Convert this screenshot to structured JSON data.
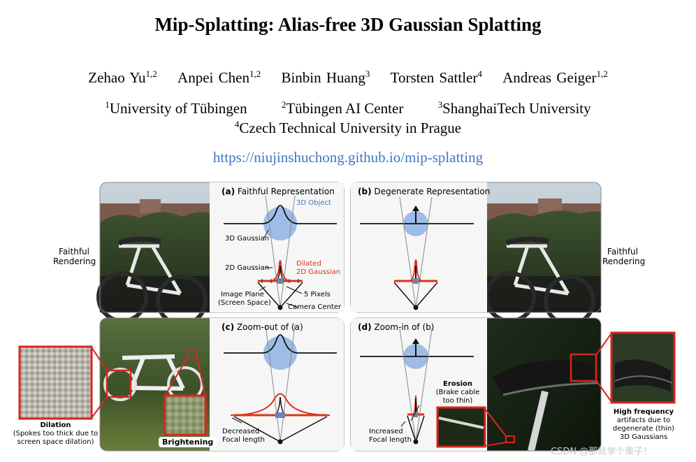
{
  "title": "Mip-Splatting: Alias-free 3D Gaussian Splatting",
  "authors": [
    {
      "name": "Zehao Yu",
      "sup": "1,2"
    },
    {
      "name": "Anpei Chen",
      "sup": "1,2"
    },
    {
      "name": "Binbin Huang",
      "sup": "3"
    },
    {
      "name": "Torsten Sattler",
      "sup": "4"
    },
    {
      "name": "Andreas Geiger",
      "sup": "1,2"
    }
  ],
  "affiliations": [
    {
      "sup": "1",
      "name": "University of Tübingen"
    },
    {
      "sup": "2",
      "name": "Tübingen AI Center"
    },
    {
      "sup": "3",
      "name": "ShanghaiTech University"
    },
    {
      "sup": "4",
      "name": "Czech Technical University in Prague"
    }
  ],
  "url": "https://niujinshuchong.github.io/mip-splatting",
  "figure": {
    "panel_a": {
      "tag": "(a)",
      "title": "Faithful Representation"
    },
    "panel_b": {
      "tag": "(b)",
      "title": "Degenerate Representation"
    },
    "panel_c": {
      "tag": "(c)",
      "title": "Zoom-out of (a)"
    },
    "panel_d": {
      "tag": "(d)",
      "title": "Zoom-in of (b)"
    },
    "labels": {
      "object_3d": "3D Object",
      "gaussian_3d": "3D Gaussian",
      "gaussian_2d": "2D Gaussian",
      "dilated": "Dilated",
      "dilated_2d": "2D Gaussian",
      "image_plane": "Image Plane",
      "screen_space": "(Screen Space)",
      "pixels": "5 Pixels",
      "camera_center": "Camera Center",
      "decreased_1": "Decreased",
      "decreased_2": "Focal length",
      "increased_1": "Increased",
      "increased_2": "Focal length"
    },
    "faithful_left_1": "Faithful",
    "faithful_left_2": "Rendering",
    "faithful_right_1": "Faithful",
    "faithful_right_2": "Rendering",
    "dilation_title": "Dilation",
    "dilation_note": [
      "(Spokes too thick due to",
      "screen space dilation)"
    ],
    "brightening": "Brightening",
    "erosion_title": "Erosion",
    "erosion_note": [
      "(Brake cable",
      "too thin)"
    ],
    "highfreq_title": "High frequency",
    "highfreq_note": [
      "artifacts due to",
      "degenerate (thin)",
      "3D Gaussians"
    ]
  },
  "watermark": "CSDN @那就举个栗子！",
  "colors": {
    "link": "#3e76c4",
    "gaussian": "#9dbde6",
    "dilated": "#d9341c",
    "zoom_box": "#d8261f"
  }
}
